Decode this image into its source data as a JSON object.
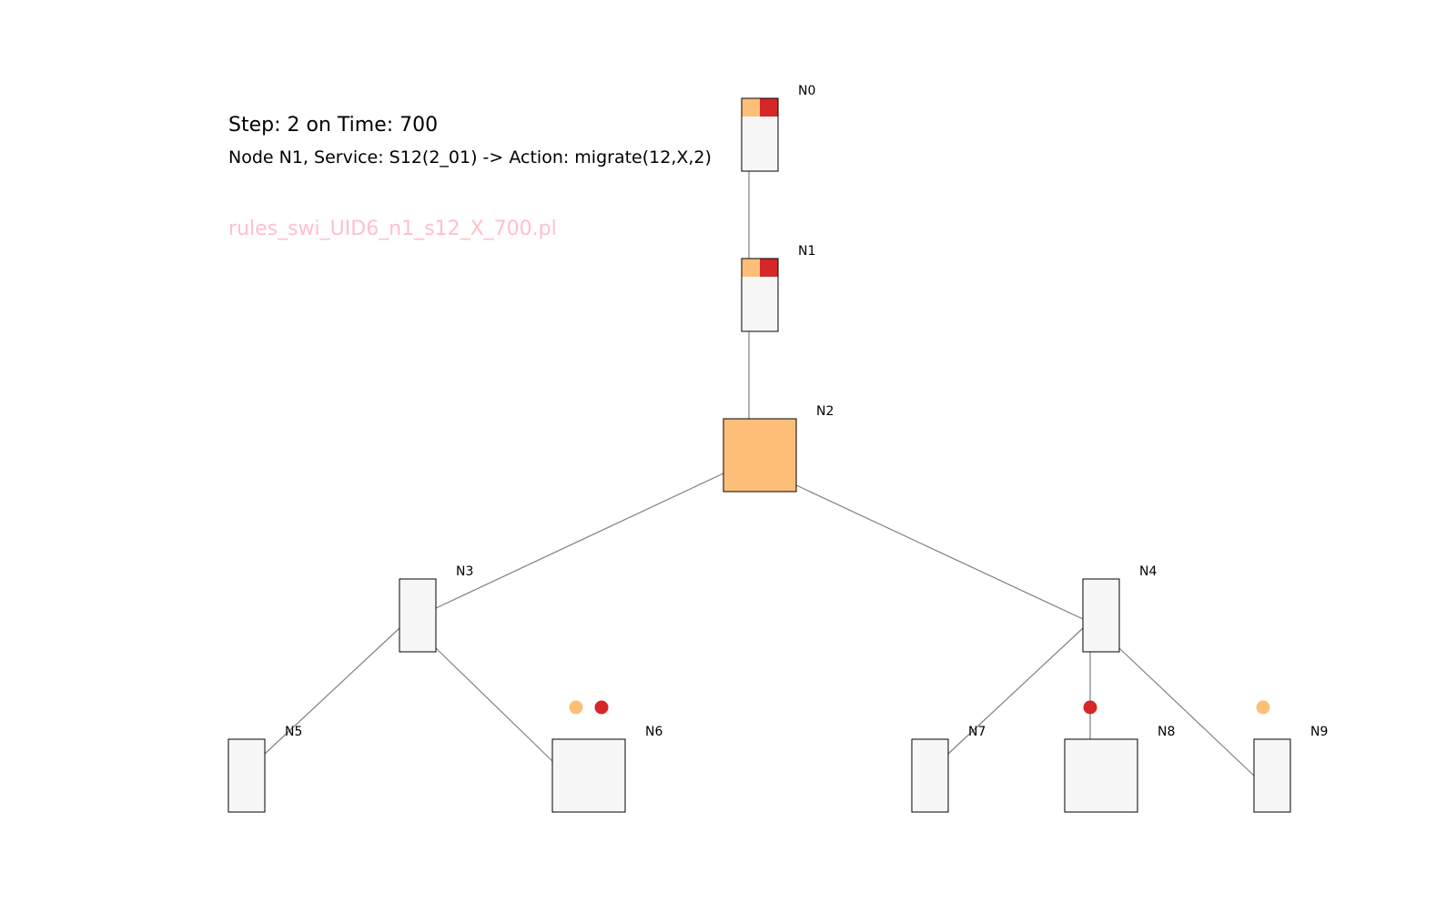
{
  "header": {
    "step_line": "Step: 2 on Time: 700",
    "action_line": "Node N1, Service: S12(2_01) -> Action: migrate(12,X,2)",
    "rules_file": "rules_swi_UID6_n1_s12_X_700.pl"
  },
  "colors": {
    "node_fill": "#f7f7f7",
    "node_stroke": "#000000",
    "edge": "#808080",
    "orange": "#fdbf78",
    "red": "#d62728",
    "filename": "#ffc0cb"
  },
  "nodes": [
    {
      "id": "N0",
      "label": "N0",
      "size": "small",
      "resources": [
        "orange",
        "red"
      ]
    },
    {
      "id": "N1",
      "label": "N1",
      "size": "small",
      "resources": [
        "orange",
        "red"
      ]
    },
    {
      "id": "N2",
      "label": "N2",
      "size": "large",
      "fill": "orange",
      "resources": []
    },
    {
      "id": "N3",
      "label": "N3",
      "size": "small",
      "resources": []
    },
    {
      "id": "N4",
      "label": "N4",
      "size": "small",
      "resources": []
    },
    {
      "id": "N5",
      "label": "N5",
      "size": "small",
      "resources": []
    },
    {
      "id": "N6",
      "label": "N6",
      "size": "large",
      "resources": []
    },
    {
      "id": "N7",
      "label": "N7",
      "size": "small",
      "resources": []
    },
    {
      "id": "N8",
      "label": "N8",
      "size": "large",
      "resources": []
    },
    {
      "id": "N9",
      "label": "N9",
      "size": "small",
      "resources": []
    }
  ],
  "edges": [
    [
      "N0",
      "N1"
    ],
    [
      "N1",
      "N2"
    ],
    [
      "N2",
      "N3"
    ],
    [
      "N2",
      "N4"
    ],
    [
      "N3",
      "N5"
    ],
    [
      "N3",
      "N6"
    ],
    [
      "N4",
      "N7"
    ],
    [
      "N4",
      "N8"
    ],
    [
      "N4",
      "N9"
    ]
  ],
  "markers": [
    {
      "near": "N6",
      "colors": [
        "orange",
        "red"
      ]
    },
    {
      "near": "N8",
      "colors": [
        "red"
      ]
    },
    {
      "near": "N9",
      "colors": [
        "orange"
      ]
    }
  ]
}
